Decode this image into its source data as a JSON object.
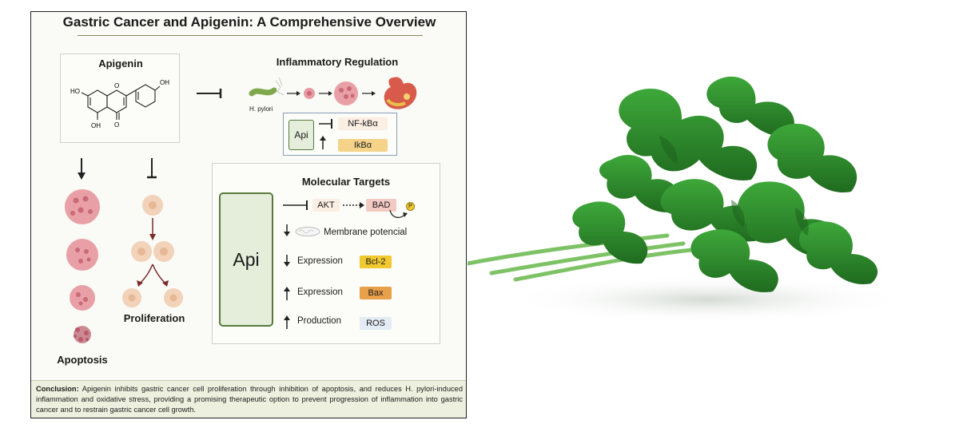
{
  "title": "Gastric Cancer and Apigenin: A Comprehensive Overview",
  "apigenin": {
    "heading": "Apigenin",
    "ho_left": "HO",
    "oh_top": "OH",
    "oh_bottom": "OH",
    "o_ring": "O",
    "o_ketone": "O"
  },
  "inflammatory": {
    "heading": "Inflammatory Regulation",
    "bacteria_label": "H. pylori",
    "api_label": "Api",
    "nfkb": "NF-kBα",
    "ikb": "IkBα"
  },
  "left_panel": {
    "apoptosis_label": "Apoptosis",
    "proliferation_label": "Proliferation"
  },
  "molecular": {
    "heading": "Molecular Targets",
    "api_label": "Api",
    "akt": "AKT",
    "bad": "BAD",
    "p_badge": "P",
    "membrane": "Membrane potencial",
    "row_bcl2_label": "Expression",
    "bcl2": "Bcl-2",
    "row_bax_label": "Expression",
    "bax": "Bax",
    "row_ros_label": "Production",
    "ros": "ROS"
  },
  "conclusion": {
    "lead": "Conclusion:",
    "text": "Apigenin inhibits gastric cancer cell proliferation through inhibition of apoptosis, and reduces H. pylori-induced inflammation and oxidative stress, providing a promising therapeutic option to prevent progression of inflammation into gastric cancer and to restrain gastric cancer cell growth."
  },
  "colors": {
    "api_box": "#e4eedb",
    "api_border": "#5a7a3c",
    "bcl2": "#f0c830",
    "bax": "#e8a04a",
    "ros": "#e3ecf4",
    "nfkb": "#fbeee2",
    "ikb": "#f5d48a",
    "akt": "#fbeee2",
    "bad": "#f3c9c4",
    "cell_pink": "#e8a0a6",
    "cell_peach": "#f2d2b8",
    "leaf_green": "#2f8a2a"
  }
}
